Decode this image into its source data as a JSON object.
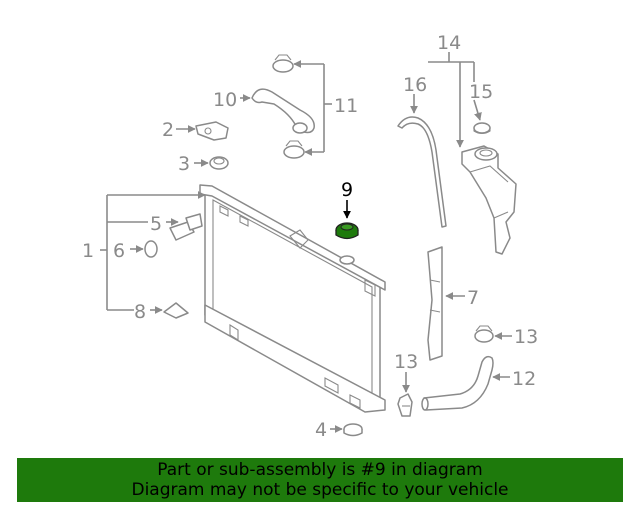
{
  "callouts": {
    "c1": "1",
    "c2": "2",
    "c3": "3",
    "c4": "4",
    "c5": "5",
    "c6": "6",
    "c7": "7",
    "c8": "8",
    "c9": "9",
    "c10": "10",
    "c11": "11",
    "c12": "12",
    "c13a": "13",
    "c13b": "13",
    "c14": "14",
    "c15": "15",
    "c16": "16"
  },
  "highlighted_part": "9",
  "colors": {
    "line": "#8a8a8a",
    "highlight_part": "#1e7a0c",
    "banner": "#1e7a0c",
    "banner_text": "#000000"
  },
  "banner": {
    "line1": "Part or sub-assembly is #9 in diagram",
    "line2": "Diagram may not be specific to your vehicle"
  }
}
